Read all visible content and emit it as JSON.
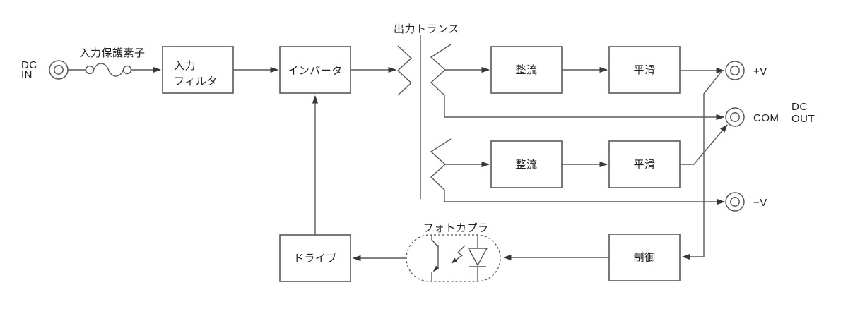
{
  "input": {
    "dc_in_lines": [
      "DC",
      "IN"
    ],
    "protection_label": "入力保護素子"
  },
  "blocks": {
    "input_filter_lines": [
      "入力",
      "フィルタ"
    ],
    "inverter": "インバータ",
    "rectifier_top": "整流",
    "smoothing_top": "平滑",
    "rectifier_bottom": "整流",
    "smoothing_bottom": "平滑",
    "drive": "ドライブ",
    "control": "制御"
  },
  "transformer": {
    "label": "出力トランス"
  },
  "photocoupler": {
    "label": "フォトカプラ"
  },
  "outputs": {
    "plus_v": "+V",
    "com": "COM",
    "minus_v": "−V",
    "dc_out_lines": [
      "DC",
      "OUT"
    ]
  },
  "colors": {
    "line": "#595757",
    "text": "#231f20",
    "arrowhead": "#3a3536",
    "background": "#ffffff"
  }
}
